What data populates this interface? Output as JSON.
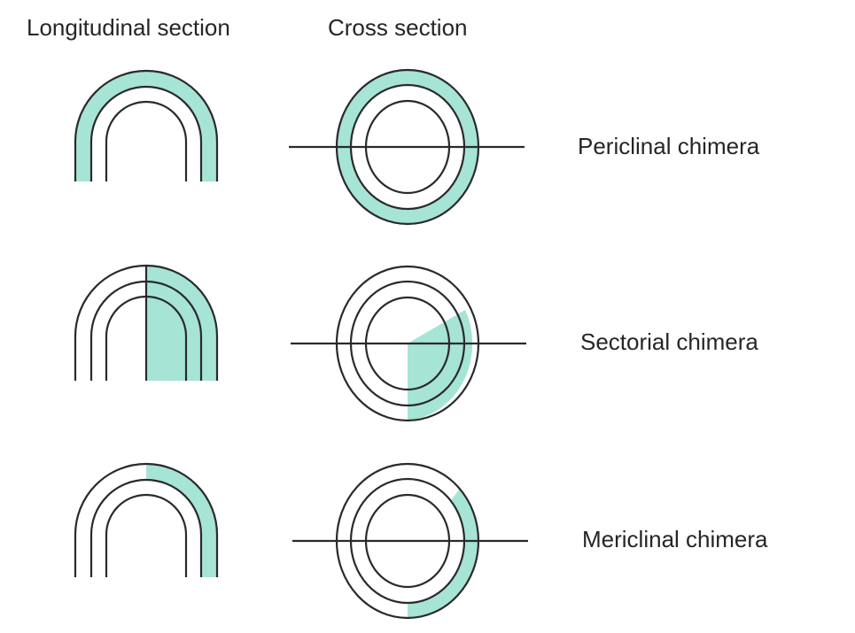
{
  "headers": {
    "longitudinal": "Longitudinal section",
    "cross": "Cross section"
  },
  "rows": [
    {
      "id": "periclinal",
      "label": "Periclinal chimera"
    },
    {
      "id": "sectorial",
      "label": "Sectorial chimera"
    },
    {
      "id": "mericlinal",
      "label": "Mericlinal chimera"
    }
  ],
  "colors": {
    "fill": "#a6e4d6",
    "stroke": "#2a2a2a",
    "text": "#262626"
  }
}
